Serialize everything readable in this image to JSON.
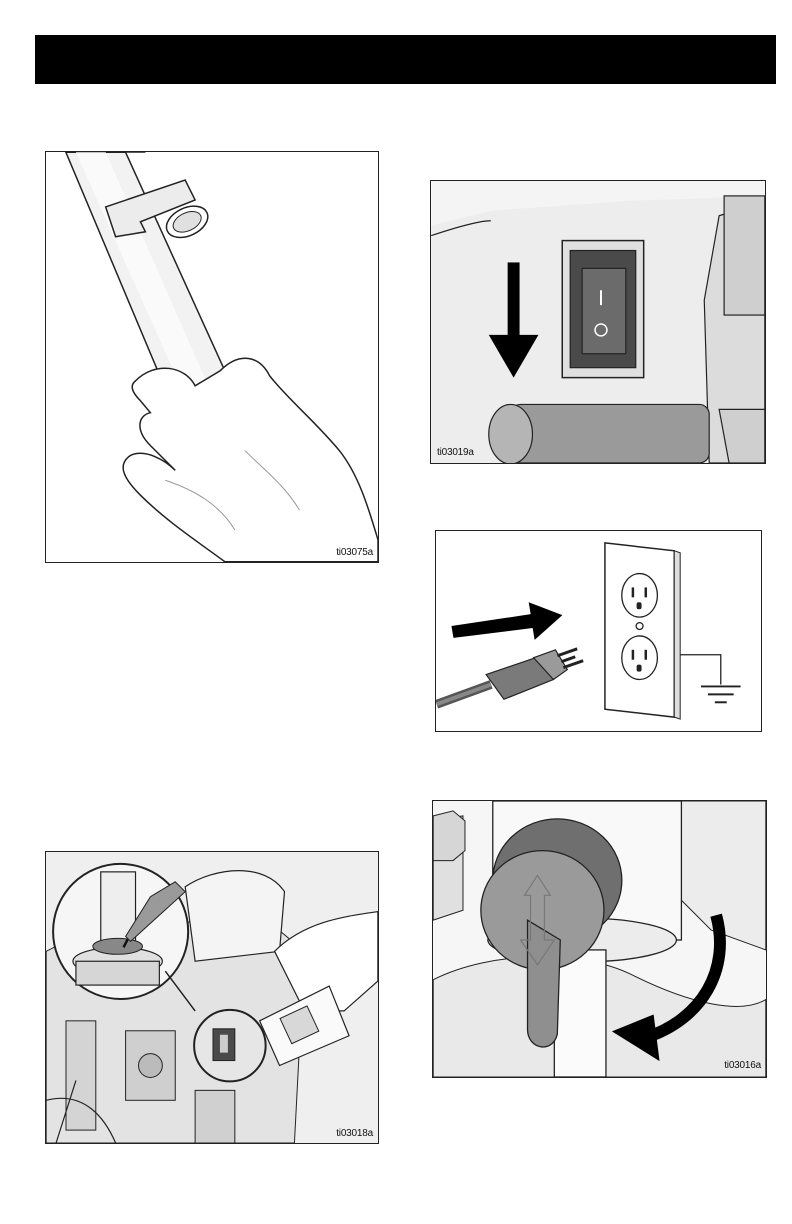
{
  "header": {
    "title": ""
  },
  "figures": {
    "hand": {
      "label": "ti03075a"
    },
    "switch": {
      "label": "ti03019a"
    },
    "outlet": {
      "label": ""
    },
    "oil": {
      "label": "ti03018a"
    },
    "valve": {
      "label": "ti03016a"
    }
  },
  "icons": {
    "arrow_down": "arrow-down-icon",
    "arrow_right": "arrow-right-icon",
    "arrow_curved": "curved-arrow-icon",
    "ground": "ground-symbol-icon"
  },
  "colors": {
    "header_bar": "#000000",
    "line": "#222222",
    "shade_light": "#e8e8e8",
    "shade_mid": "#bdbdbd",
    "shade_dark": "#7a7a7a"
  }
}
